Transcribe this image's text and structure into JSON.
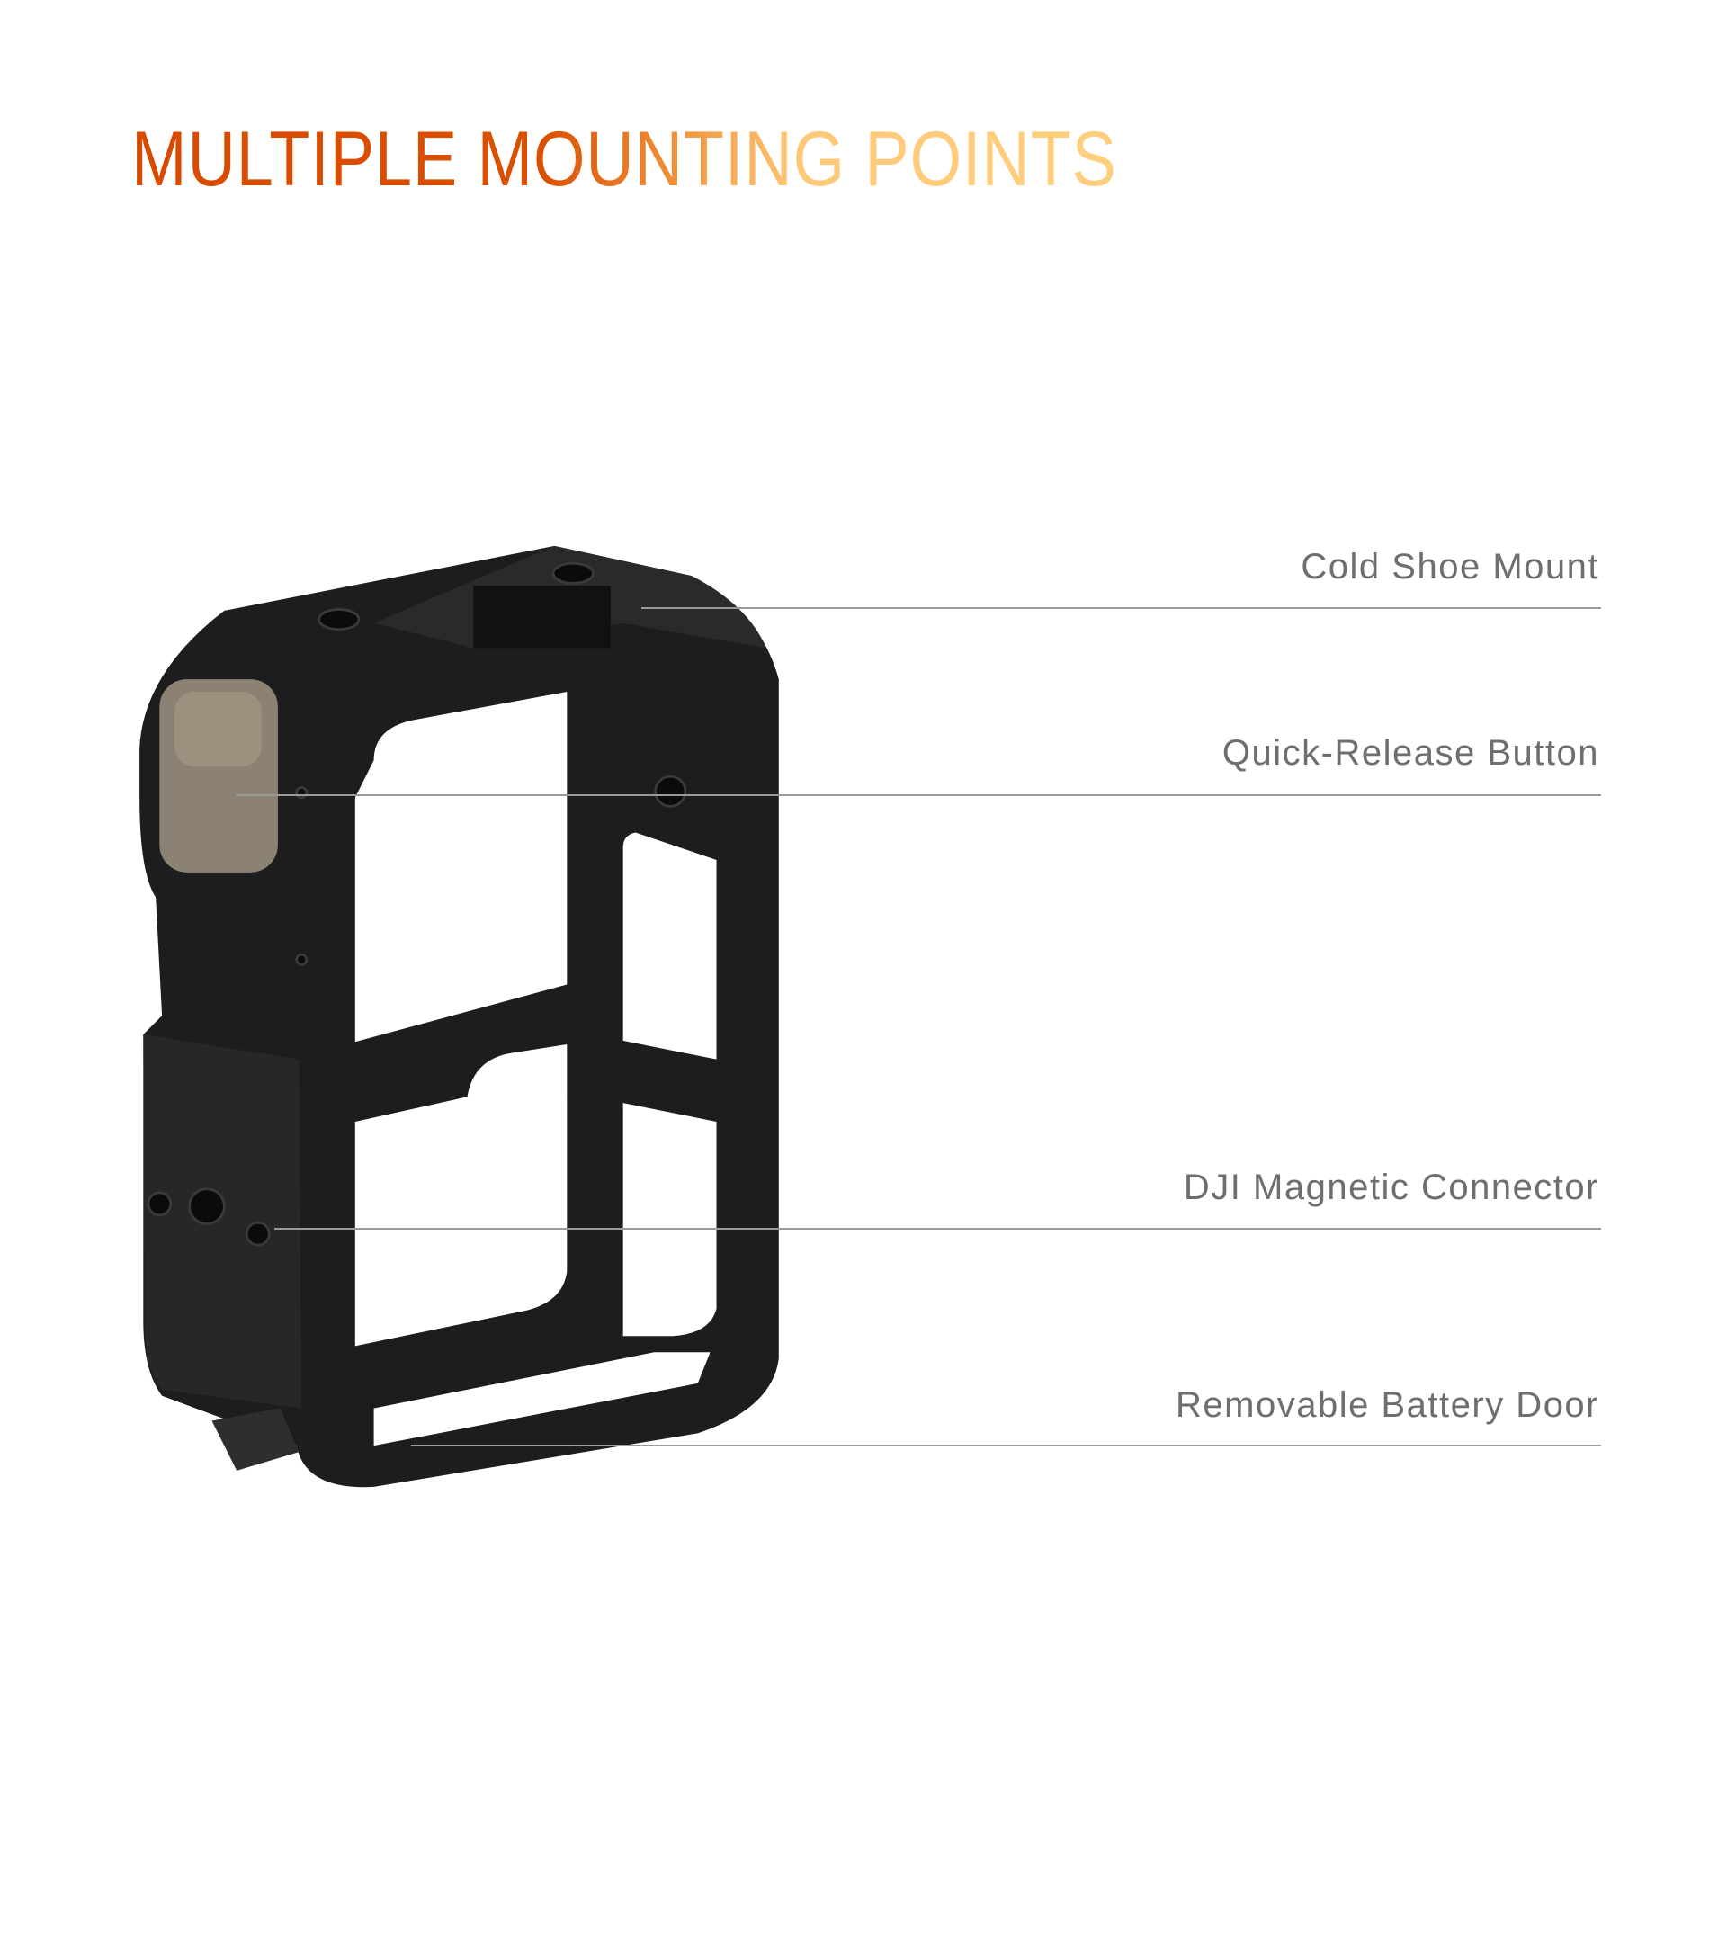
{
  "title": "MULTIPLE MOUNTING POINTS",
  "colors": {
    "title_start": "#d84a00",
    "title_end": "#ffcf7e",
    "label": "#6e6e6e",
    "line": "#9a9a9a",
    "product": "#1d1d1f",
    "button": "#8b8273"
  },
  "callouts": [
    {
      "label": "Cold Shoe Mount"
    },
    {
      "label": "Quick-Release Button"
    },
    {
      "label": "DJI Magnetic Connector"
    },
    {
      "label": "Removable Battery Door"
    }
  ]
}
